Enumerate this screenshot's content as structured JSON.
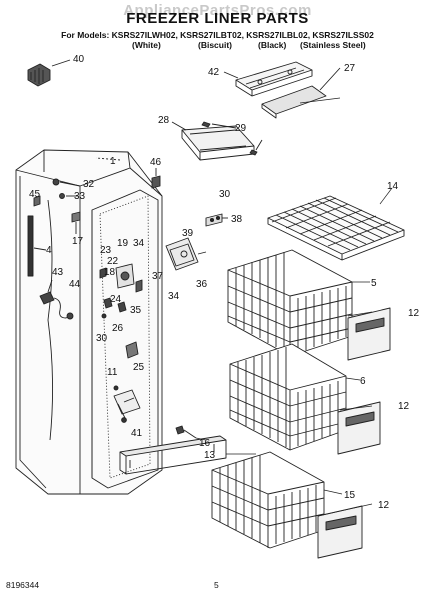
{
  "watermark": "AppliancePartsPros.com",
  "title": "FREEZER LINER PARTS",
  "models_line": "For Models: KSRS27ILWH02, KSRS27ILBT02, KSRS27ILBL02, KSRS27ILSS02",
  "finishes": [
    "(White)",
    "(Biscuit)",
    "(Black)",
    "(Stainless Steel)"
  ],
  "doc_number": "8196344",
  "page_letter": "5",
  "callouts": [
    "40",
    "42",
    "27",
    "28",
    "29",
    "1",
    "32",
    "33",
    "45",
    "46",
    "30",
    "38",
    "14",
    "17",
    "4",
    "23",
    "19",
    "34",
    "39",
    "22",
    "18",
    "37",
    "36",
    "43",
    "44",
    "24",
    "26",
    "35",
    "34",
    "5",
    "12",
    "30",
    "25",
    "11",
    "6",
    "12",
    "41",
    "16",
    "13",
    "15",
    "12"
  ]
}
